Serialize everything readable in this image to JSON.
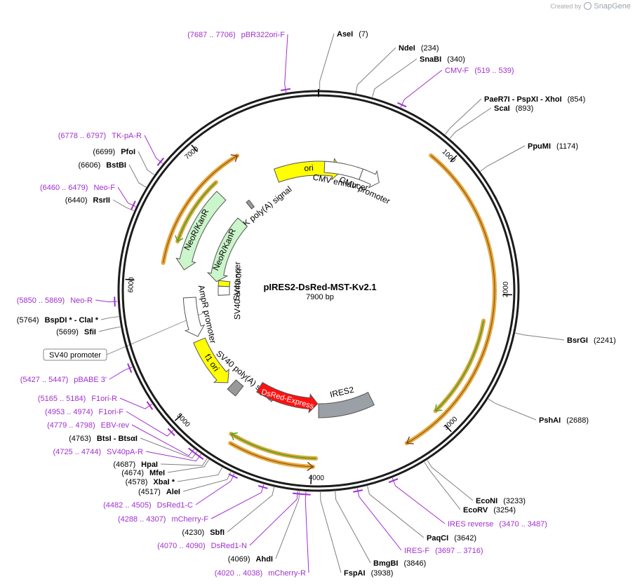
{
  "credit": {
    "prefix": "Created by",
    "brand": "SnapGene",
    "brand_icon": "snapgene-logo-icon"
  },
  "plasmid": {
    "name": "pIRES2-DsRed-MST-Kv2.1",
    "size_label": "7900 bp",
    "length": 7900
  },
  "colors": {
    "backbone": "#1c1c1c",
    "primer": "#a12fd0",
    "orf": "#e8a63a",
    "orf_inner": "#57a629",
    "ori": "#ffff00",
    "neo": "#cbf5cb",
    "promoter": "#ffffff",
    "polyA": "#999999",
    "sv40ori": "#ffff00",
    "ires": "#9aa0a6",
    "dsred": "#ff1111",
    "ampr": "#ffffff",
    "f1ori": "#ffff00"
  },
  "ticks": [
    {
      "pos": 1000,
      "label": "1000"
    },
    {
      "pos": 2000,
      "label": "2000"
    },
    {
      "pos": 3000,
      "label": "3000"
    },
    {
      "pos": 4000,
      "label": "4000"
    },
    {
      "pos": 5000,
      "label": "5000"
    },
    {
      "pos": 6000,
      "label": "6000"
    },
    {
      "pos": 7000,
      "label": "7000"
    }
  ],
  "features": [
    {
      "name": "ori",
      "start": 7460,
      "end": 240,
      "dir": 1,
      "color": "#ffff00",
      "track": 0,
      "show_label": true
    },
    {
      "name": "CMV enhancer",
      "start": 60,
      "end": 440,
      "dir": 0,
      "color": "#ffffff",
      "track": 0,
      "show_label": true
    },
    {
      "name": "CMV promoter",
      "start": 440,
      "end": 640,
      "dir": 1,
      "color": "#ffffff",
      "track": 0,
      "show_label": true
    },
    {
      "name": "HSV TK poly(A) signal",
      "start": 7040,
      "end": 7080,
      "dir": 0,
      "color": "#999999",
      "track": 0,
      "show_label": true
    },
    {
      "name": "NeoR/KanR",
      "start": 6120,
      "end": 6900,
      "dir": -1,
      "color": "#cbf5cb",
      "track": 0,
      "show_label": true
    },
    {
      "name": "SV40 ori",
      "start": 5985,
      "end": 6055,
      "dir": 0,
      "color": "#ffff00",
      "track": 0,
      "show_label": true
    },
    {
      "name": "SV40 enhancer",
      "start": 5870,
      "end": 5985,
      "dir": 0,
      "color": "#ffffff",
      "track": 0,
      "show_label": true
    },
    {
      "name": "NeoR/KanR",
      "start": 6040,
      "end": 6850,
      "dir": -1,
      "color": "#cbf5cb",
      "track": 1,
      "show_label": true
    },
    {
      "name": "AmpR promoter",
      "start": 5470,
      "end": 5860,
      "dir": -1,
      "color": "#ffffff",
      "track": 1,
      "show_label": true
    },
    {
      "name": "f1 ori",
      "start": 4930,
      "end": 5430,
      "dir": -1,
      "color": "#ffff00",
      "track": 1,
      "show_label": true
    },
    {
      "name": "SV40 poly(A) signal",
      "start": 4790,
      "end": 4890,
      "dir": 0,
      "color": "#999999",
      "track": 1,
      "show_label": true
    },
    {
      "name": "IRES2",
      "start": 3380,
      "end": 3950,
      "dir": 0,
      "color": "#9aa0a6",
      "track": 0,
      "show_label": true
    },
    {
      "name": "DsRed-Express",
      "start": 3960,
      "end": 4640,
      "dir": -1,
      "color": "#ff1111",
      "track": 0,
      "show_label": true
    }
  ],
  "orfs": [
    {
      "start": 870,
      "end": 3290,
      "dir": 1,
      "track": 0,
      "inner_arrow": false
    },
    {
      "start": 2200,
      "end": 2980,
      "dir": 1,
      "track": 1,
      "inner_arrow": true
    },
    {
      "start": 3990,
      "end": 4610,
      "dir": -1,
      "track": 0,
      "inner_arrow": false
    },
    {
      "start": 3970,
      "end": 4640,
      "dir": 1,
      "track": 1,
      "inner_arrow": true
    },
    {
      "start": 6150,
      "end": 7220,
      "dir": 1,
      "track": 2,
      "inner_arrow": false
    },
    {
      "start": 6350,
      "end": 6950,
      "dir": -1,
      "track": 3,
      "inner_arrow": true
    }
  ],
  "sites": [
    {
      "id": "ase",
      "name": "AseI",
      "pos": "(7)",
      "coord": 7,
      "label_side": "right",
      "primer": false
    },
    {
      "id": "nde",
      "name": "NdeI",
      "pos": "(234)",
      "coord": 234,
      "label_side": "right",
      "primer": false
    },
    {
      "id": "snab",
      "name": "SnaBI",
      "pos": "(340)",
      "coord": 340,
      "label_side": "right",
      "primer": false
    },
    {
      "id": "cmvf",
      "name": "CMV-F",
      "pos": "(519 .. 539)",
      "coord": 529,
      "label_side": "right",
      "primer": true
    },
    {
      "id": "paer",
      "name": "PaeR7I  - PspXI  - XhoI",
      "pos": "(854)",
      "coord": 854,
      "label_side": "right",
      "primer": false
    },
    {
      "id": "sca",
      "name": "ScaI",
      "pos": "(893)",
      "coord": 893,
      "label_side": "right",
      "primer": false
    },
    {
      "id": "ppum",
      "name": "PpuMI",
      "pos": "(1174)",
      "coord": 1174,
      "label_side": "right",
      "primer": false
    },
    {
      "id": "bsrg",
      "name": "BsrGI",
      "pos": "(2241)",
      "coord": 2241,
      "label_side": "right",
      "primer": false
    },
    {
      "id": "psha",
      "name": "PshAI",
      "pos": "(2688)",
      "coord": 2688,
      "label_side": "right",
      "primer": false
    },
    {
      "id": "econ",
      "name": "EcoNI",
      "pos": "(3233)",
      "coord": 3233,
      "label_side": "right",
      "primer": false
    },
    {
      "id": "ecorv",
      "name": "EcoRV",
      "pos": "(3254)",
      "coord": 3254,
      "label_side": "right",
      "primer": false
    },
    {
      "id": "iresrev",
      "name": "IRES reverse",
      "pos": "(3470 .. 3487)",
      "coord": 3478,
      "label_side": "right",
      "primer": true
    },
    {
      "id": "paqc",
      "name": "PaqCI",
      "pos": "(3642)",
      "coord": 3642,
      "label_side": "right",
      "primer": false
    },
    {
      "id": "iresf",
      "name": "IRES-F",
      "pos": "(3697 .. 3716)",
      "coord": 3706,
      "label_side": "right",
      "primer": true
    },
    {
      "id": "bmgb",
      "name": "BmgBI",
      "pos": "(3846)",
      "coord": 3846,
      "label_side": "right",
      "primer": false
    },
    {
      "id": "fspa",
      "name": "FspAI",
      "pos": "(3938)",
      "coord": 3938,
      "label_side": "right",
      "primer": false
    },
    {
      "id": "mchr",
      "name": "mCherry-R",
      "pos": "(4020 .. 4038)",
      "coord": 4029,
      "label_side": "left",
      "primer": true
    },
    {
      "id": "ahd",
      "name": "AhdI",
      "pos": "(4069)",
      "coord": 4069,
      "label_side": "left",
      "primer": false
    },
    {
      "id": "dsred1n",
      "name": "DsRed1-N",
      "pos": "(4070 .. 4090)",
      "coord": 4080,
      "label_side": "left",
      "primer": true
    },
    {
      "id": "sbf",
      "name": "SbfI",
      "pos": "(4230)",
      "coord": 4230,
      "label_side": "left",
      "primer": false
    },
    {
      "id": "mchf",
      "name": "mCherry-F",
      "pos": "(4288 .. 4307)",
      "coord": 4297,
      "label_side": "left",
      "primer": true
    },
    {
      "id": "dsred1c",
      "name": "DsRed1-C",
      "pos": "(4482 .. 4505)",
      "coord": 4493,
      "label_side": "left",
      "primer": true
    },
    {
      "id": "ale",
      "name": "AleI",
      "pos": "(4517)",
      "coord": 4517,
      "label_side": "left",
      "primer": false
    },
    {
      "id": "xba",
      "name": "XbaI *",
      "pos": "(4578)",
      "coord": 4578,
      "label_side": "left",
      "primer": false
    },
    {
      "id": "mfe",
      "name": "MfeI",
      "pos": "(4674)",
      "coord": 4674,
      "label_side": "left",
      "primer": false
    },
    {
      "id": "hpa",
      "name": "HpaI",
      "pos": "(4687)",
      "coord": 4687,
      "label_side": "left",
      "primer": false
    },
    {
      "id": "sv40pa",
      "name": "SV40pA-R",
      "pos": "(4725 .. 4744)",
      "coord": 4734,
      "label_side": "left",
      "primer": true
    },
    {
      "id": "bts",
      "name": "BtsI  - BtsαI",
      "pos": "(4763)",
      "coord": 4763,
      "label_side": "left",
      "primer": false
    },
    {
      "id": "ebv",
      "name": "EBV-rev",
      "pos": "(4779 .. 4798)",
      "coord": 4788,
      "label_side": "left",
      "primer": true
    },
    {
      "id": "f1f",
      "name": "F1ori-F",
      "pos": "(4953 .. 4974)",
      "coord": 4963,
      "label_side": "left",
      "primer": true
    },
    {
      "id": "f1r",
      "name": "F1ori-R",
      "pos": "(5165 .. 5184)",
      "coord": 5174,
      "label_side": "left",
      "primer": true
    },
    {
      "id": "pbabe",
      "name": "pBABE 3'",
      "pos": "(5427 .. 5447)",
      "coord": 5437,
      "label_side": "left",
      "primer": true
    },
    {
      "id": "sfi",
      "name": "SfiI",
      "pos": "(5699)",
      "coord": 5699,
      "label_side": "left",
      "primer": false
    },
    {
      "id": "bspd",
      "name": "BspDI *  - ClaI *",
      "pos": "(5764)",
      "coord": 5764,
      "label_side": "left",
      "primer": false
    },
    {
      "id": "neor",
      "name": "Neo-R",
      "pos": "(5850 .. 5869)",
      "coord": 5859,
      "label_side": "left",
      "primer": true
    },
    {
      "id": "rsr",
      "name": "RsrII",
      "pos": "(6440)",
      "coord": 6440,
      "label_side": "left",
      "primer": false
    },
    {
      "id": "neof",
      "name": "Neo-F",
      "pos": "(6460 .. 6479)",
      "coord": 6469,
      "label_side": "left",
      "primer": true
    },
    {
      "id": "bstb",
      "name": "BstBI",
      "pos": "(6606)",
      "coord": 6606,
      "label_side": "left",
      "primer": false
    },
    {
      "id": "pfo",
      "name": "PfoI",
      "pos": "(6699)",
      "coord": 6699,
      "label_side": "left",
      "primer": false
    },
    {
      "id": "tkpa",
      "name": "TK-pA-R",
      "pos": "(6778 .. 6797)",
      "coord": 6787,
      "label_side": "left",
      "primer": true
    },
    {
      "id": "pbr",
      "name": "pBR322ori-F",
      "pos": "(7687 .. 7706)",
      "coord": 7696,
      "label_side": "left",
      "primer": true
    }
  ],
  "boxed_label": {
    "name": "SV40 promoter",
    "coord": 5690
  }
}
